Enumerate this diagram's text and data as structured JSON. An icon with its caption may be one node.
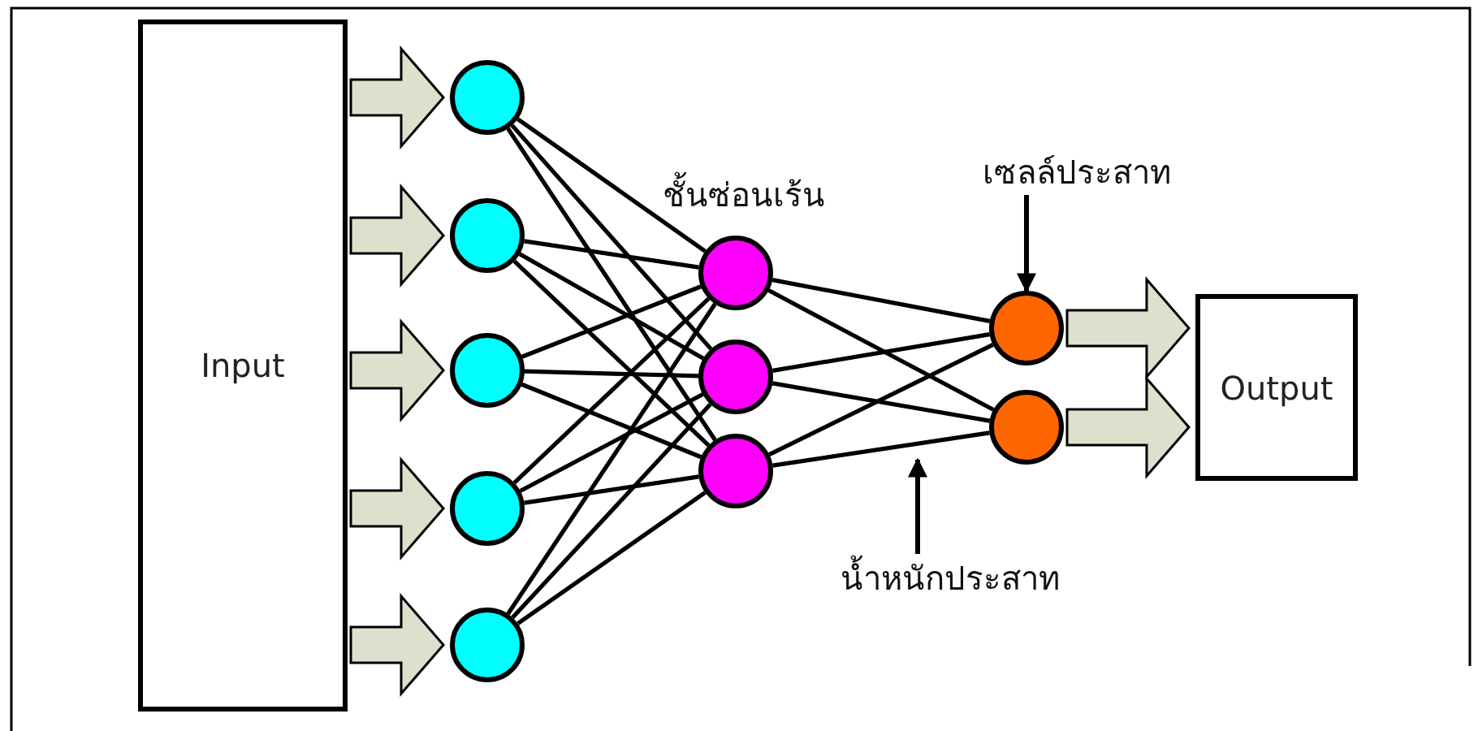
{
  "diagram": {
    "nodes": [
      {
        "text": [
          "Input"
        ]
      },
      {
        "text": [],
        "shape": "circle"
      },
      {
        "text": [],
        "shape": "circle"
      },
      {
        "text": [],
        "shape": "circle"
      },
      {
        "text": [],
        "shape": "circle"
      },
      {
        "text": [],
        "shape": "circle"
      },
      {
        "text": [],
        "shape": "circle"
      },
      {
        "text": [],
        "shape": "circle"
      },
      {
        "text": [],
        "shape": "circle"
      },
      {
        "text": [],
        "shape": "circle"
      },
      {
        "text": [],
        "shape": "circle"
      },
      {
        "text": [
          "Output"
        ]
      },
      {
        "text": [
          "เซลล์ประสาท"
        ]
      },
      {
        "text": [
          "น้ำหนักประสาท"
        ]
      }
    ],
    "edges": [
      {
        "from": 0,
        "to": 1,
        "arrow": "to",
        "style": "thick"
      },
      {
        "from": 0,
        "to": 2,
        "arrow": "to",
        "style": "thick"
      },
      {
        "from": 0,
        "to": 3,
        "arrow": "to",
        "style": "thick"
      },
      {
        "from": 0,
        "to": 4,
        "arrow": "to",
        "style": "thick"
      },
      {
        "from": 0,
        "to": 5,
        "arrow": "to",
        "style": "thick"
      },
      {
        "from": 1,
        "to": 6,
        "arrow": "none"
      },
      {
        "from": 1,
        "to": 7,
        "arrow": "none"
      },
      {
        "from": 1,
        "to": 8,
        "arrow": "none"
      },
      {
        "from": 2,
        "to": 6,
        "arrow": "none"
      },
      {
        "from": 2,
        "to": 7,
        "arrow": "none"
      },
      {
        "from": 2,
        "to": 8,
        "arrow": "none"
      },
      {
        "from": 3,
        "to": 6,
        "arrow": "none"
      },
      {
        "from": 3,
        "to": 7,
        "arrow": "none"
      },
      {
        "from": 3,
        "to": 8,
        "arrow": "none"
      },
      {
        "from": 4,
        "to": 6,
        "arrow": "none"
      },
      {
        "from": 4,
        "to": 7,
        "arrow": "none"
      },
      {
        "from": 4,
        "to": 8,
        "arrow": "none"
      },
      {
        "from": 5,
        "to": 6,
        "arrow": "none"
      },
      {
        "from": 5,
        "to": 7,
        "arrow": "none"
      },
      {
        "from": 5,
        "to": 8,
        "arrow": "none"
      },
      {
        "from": 6,
        "to": 9,
        "arrow": "none"
      },
      {
        "from": 6,
        "to": 10,
        "arrow": "none"
      },
      {
        "from": 7,
        "to": 9,
        "arrow": "none"
      },
      {
        "from": 7,
        "to": 10,
        "arrow": "none"
      },
      {
        "from": 8,
        "to": 9,
        "arrow": "none"
      },
      {
        "from": 8,
        "to": 10,
        "arrow": "none"
      },
      {
        "from": 9,
        "to": 11,
        "arrow": "to",
        "style": "thick"
      },
      {
        "from": 10,
        "to": 11,
        "arrow": "to",
        "style": "thick"
      },
      {
        "from": 12,
        "to": 9,
        "arrow": "to"
      },
      {
        "from": 13,
        "to": null,
        "arrow": "to"
      }
    ],
    "labels": [
      "ชั้นซ่อนเร้น"
    ]
  }
}
